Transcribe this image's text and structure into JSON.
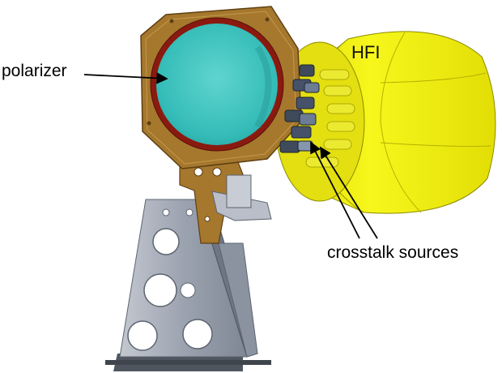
{
  "labels": {
    "polarizer": "polarizer",
    "hfi": "HFI",
    "crosstalk": "crosstalk sources"
  },
  "colors": {
    "hfi_body": "#f2f20a",
    "hfi_shadow": "#c9c400",
    "polarizer_glass": "#3bc4c0",
    "frame": "#a5782e",
    "frame_rim": "#8a1a10",
    "stand": "#9ea6b4",
    "base": "#4f5660"
  }
}
